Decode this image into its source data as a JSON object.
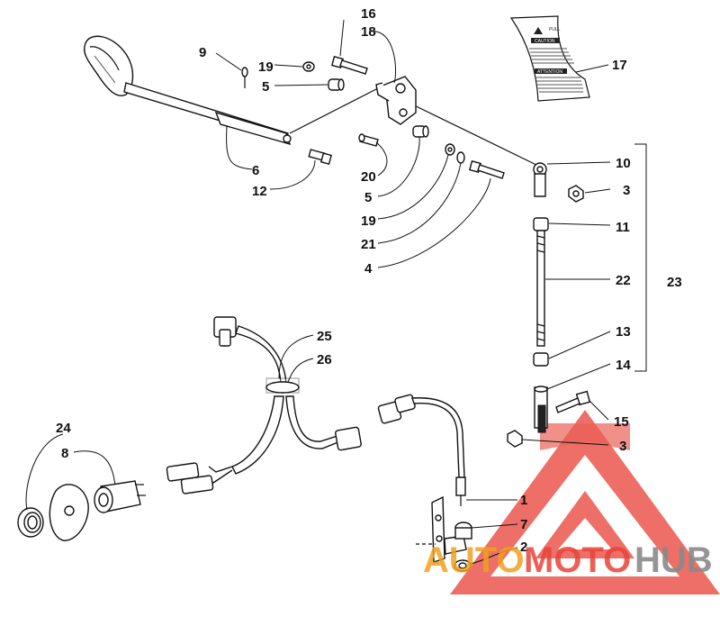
{
  "callouts": {
    "c1": "1",
    "c2": "2",
    "c3a": "3",
    "c3b": "3",
    "c4": "4",
    "c5a": "5",
    "c5b": "5",
    "c6": "6",
    "c7": "7",
    "c8": "8",
    "c9": "9",
    "c10": "10",
    "c11": "11",
    "c12": "12",
    "c13": "13",
    "c14": "14",
    "c15": "15",
    "c16": "16",
    "c17": "17",
    "c18": "18",
    "c19a": "19",
    "c19b": "19",
    "c20": "20",
    "c21": "21",
    "c22": "22",
    "c23": "23",
    "c24": "24",
    "c25": "25",
    "c26": "26"
  },
  "decal": {
    "heading": "PULL",
    "caution": "CAUTION",
    "attention": "ATTENTION"
  },
  "watermark": {
    "part1": "AUTO",
    "part2": "MOTO",
    "part3": "HUB",
    "colors": {
      "orange": "#f0a020",
      "red": "#e8443a",
      "gray": "#8a8a8a"
    }
  }
}
